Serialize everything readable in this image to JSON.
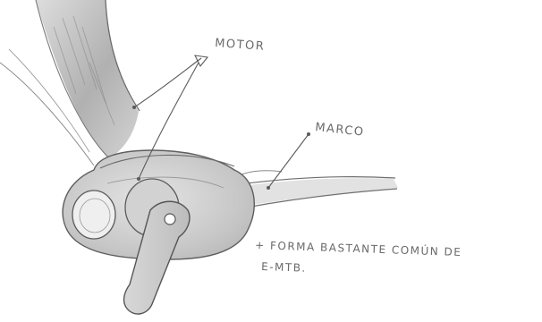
{
  "labels": {
    "motor": "MOTOR",
    "marco": "MARCO",
    "note_line1": "+ FORMA BASTANTE COMÚN DE",
    "note_line2": "E-MTB."
  },
  "colors": {
    "pencil": "#5b5b5b",
    "pencil_light": "#9a9a9a",
    "shade": "#bdbdbd",
    "paper": "#ffffff"
  }
}
